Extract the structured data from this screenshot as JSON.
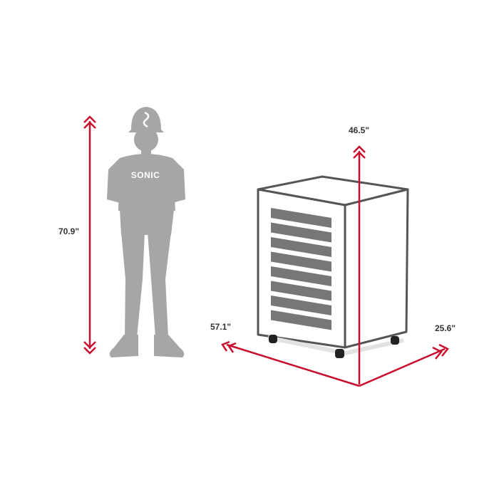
{
  "figure": {
    "brand": "SONIC",
    "dimensions": {
      "person_height": "70.9\"",
      "cabinet_height": "46.5\"",
      "cabinet_width": "57.1\"",
      "cabinet_depth": "25.6\""
    },
    "drawer_count": 8,
    "colors": {
      "accent": "#c8102e",
      "silhouette": "#a6a6a6",
      "outline": "#555555",
      "drawer": "#777777",
      "wheel": "#222222"
    }
  }
}
